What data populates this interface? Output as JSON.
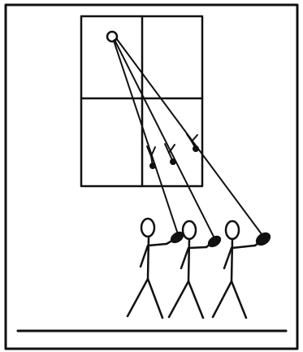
{
  "diagram": {
    "players_count": 3,
    "shuttle_paths_count": 3,
    "colors": {
      "ink": "#111111",
      "background": "#ffffff"
    },
    "elements": {
      "frame": "outer-border",
      "court": "court-grid-2x2",
      "origin": "shuttle-origin-circle",
      "paths": "shuttle-trajectory-lines",
      "shuttles": "shuttlecock-markers",
      "players": "stick-figure-players",
      "rackets": "racket-heads",
      "baseline": "ground-line"
    }
  }
}
